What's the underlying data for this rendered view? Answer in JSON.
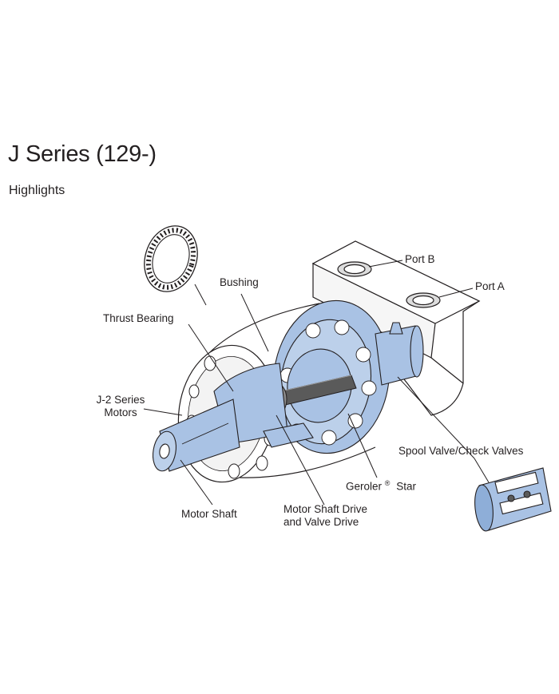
{
  "header": {
    "title": "J Series (129-)",
    "subtitle": "Highlights"
  },
  "labels": {
    "port_b": "Port B",
    "port_a": "Port A",
    "bushing": "Bushing",
    "thrust_bearing": "Thrust Bearing",
    "j2_series_line1": "J-2 Series",
    "j2_series_line2": "Motors",
    "spool_valve": "Spool Valve/Check Valves",
    "geroler": "Geroler",
    "geroler_mark": "®",
    "star": "Star",
    "motor_shaft": "Motor Shaft",
    "motor_shaft_drive_line1": "Motor Shaft Drive",
    "motor_shaft_drive_line2": "and Valve Drive"
  },
  "colors": {
    "highlight_blue": "#a9c2e4",
    "outline": "#231f20"
  }
}
